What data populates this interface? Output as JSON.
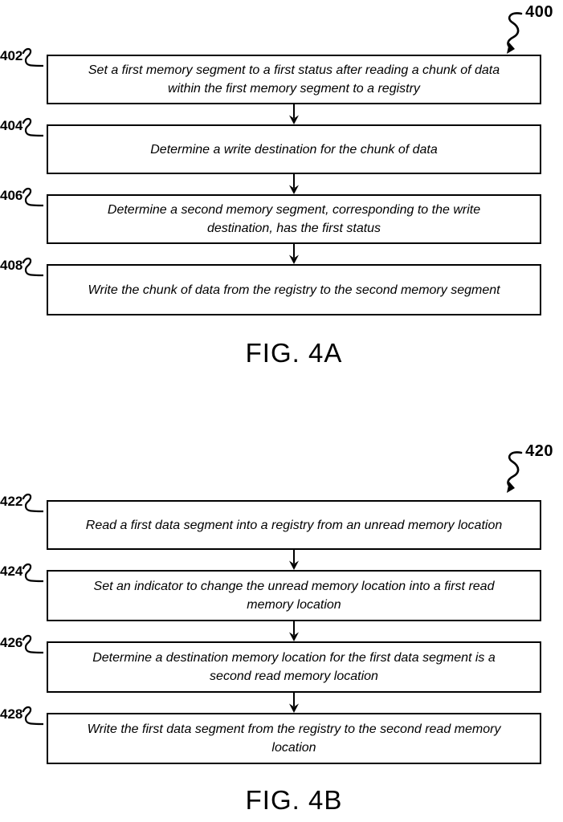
{
  "colors": {
    "ink": "#000000",
    "background": "#ffffff"
  },
  "figure_a": {
    "reference": "400",
    "caption": "FIG. 4A",
    "steps": [
      {
        "label": "402",
        "lines": [
          "Set a first memory segment to a first status after reading a chunk of data",
          "within the first memory segment to a registry"
        ]
      },
      {
        "label": "404",
        "lines": [
          "Determine a write destination for the chunk of data"
        ]
      },
      {
        "label": "406",
        "lines": [
          "Determine a second memory segment, corresponding to the write",
          "destination, has the first status"
        ]
      },
      {
        "label": "408",
        "lines": [
          "Write the chunk of data from the registry to the second memory segment"
        ]
      }
    ]
  },
  "figure_b": {
    "reference": "420",
    "caption": "FIG. 4B",
    "steps": [
      {
        "label": "422",
        "lines": [
          "Read a first data segment into a registry from an unread memory location"
        ]
      },
      {
        "label": "424",
        "lines": [
          "Set an indicator to change the unread memory location into a first read",
          "memory location"
        ]
      },
      {
        "label": "426",
        "lines": [
          "Determine a destination memory location for the first data segment is a",
          "second read memory location"
        ]
      },
      {
        "label": "428",
        "lines": [
          "Write the first data segment from the registry to the second read memory",
          "location"
        ]
      }
    ]
  }
}
